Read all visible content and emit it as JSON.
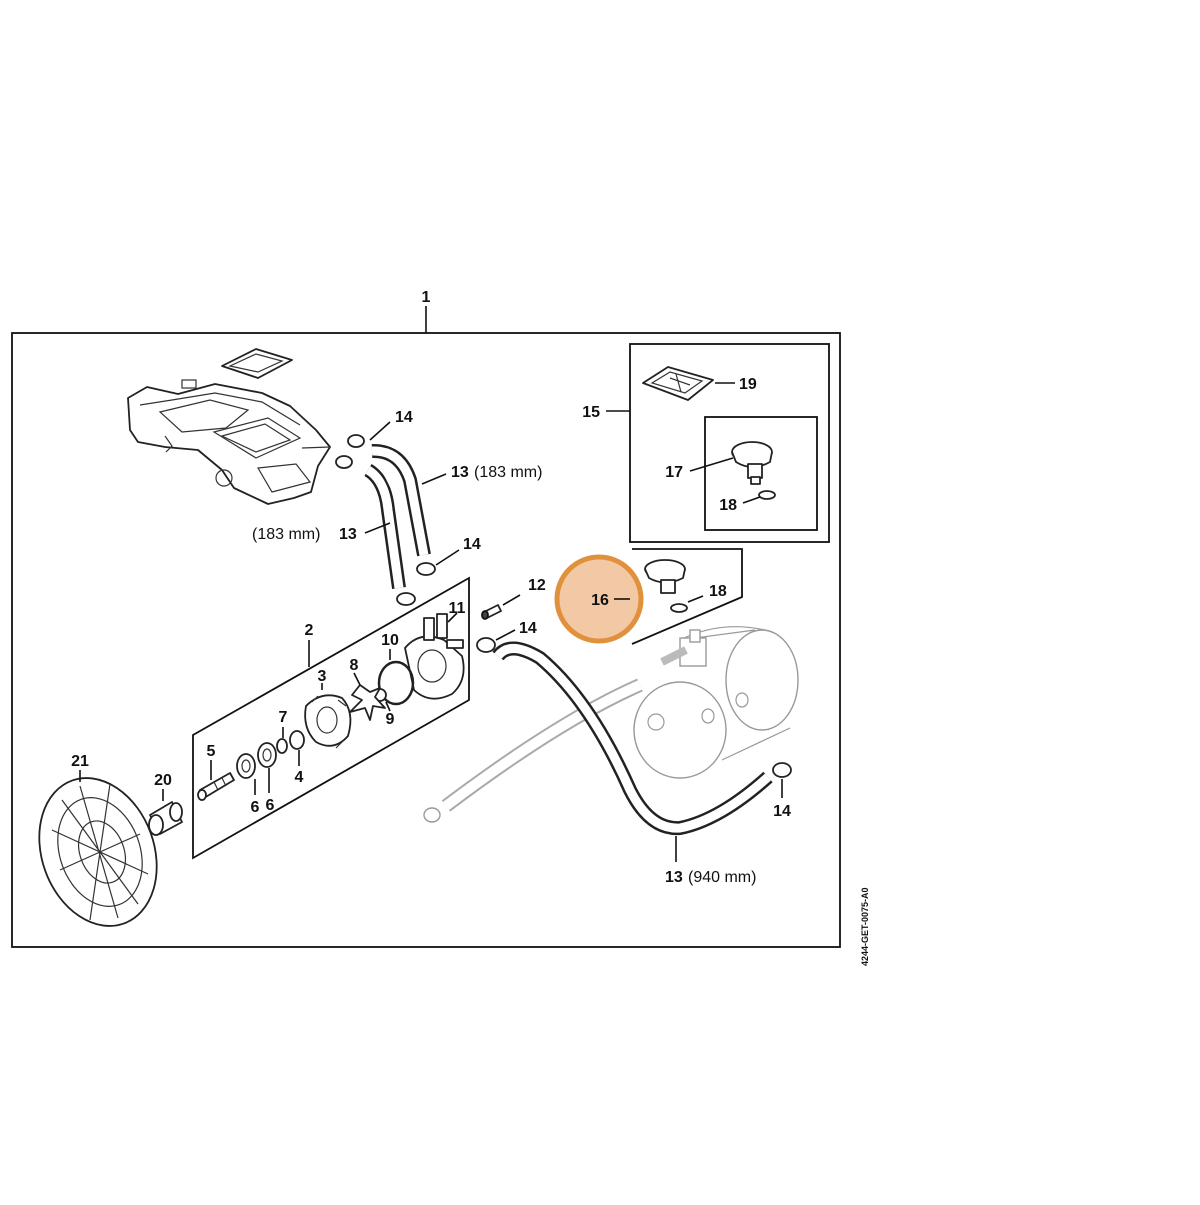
{
  "diagram": {
    "doc_code": "4244-GET-0075-A0",
    "highlight_color": "#e0913c",
    "highlight_fill": "#f2c9a4",
    "labels": {
      "l1": "1",
      "l2": "2",
      "l3": "3",
      "l4": "4",
      "l5": "5",
      "l6a": "6",
      "l6b": "6",
      "l7": "7",
      "l8": "8",
      "l9": "9",
      "l10": "10",
      "l11": "11",
      "l12": "12",
      "l13a": "13",
      "l13b": "13",
      "l13c": "13",
      "l14a": "14",
      "l14b": "14",
      "l14c": "14",
      "l14d": "14",
      "l15": "15",
      "l16": "16",
      "l17": "17",
      "l18a": "18",
      "l18b": "18",
      "l19": "19",
      "l20": "20",
      "l21": "21"
    },
    "dimensions": {
      "d13a": "(183 mm)",
      "d13b": "(183 mm)",
      "d13c": "(940 mm)"
    }
  }
}
